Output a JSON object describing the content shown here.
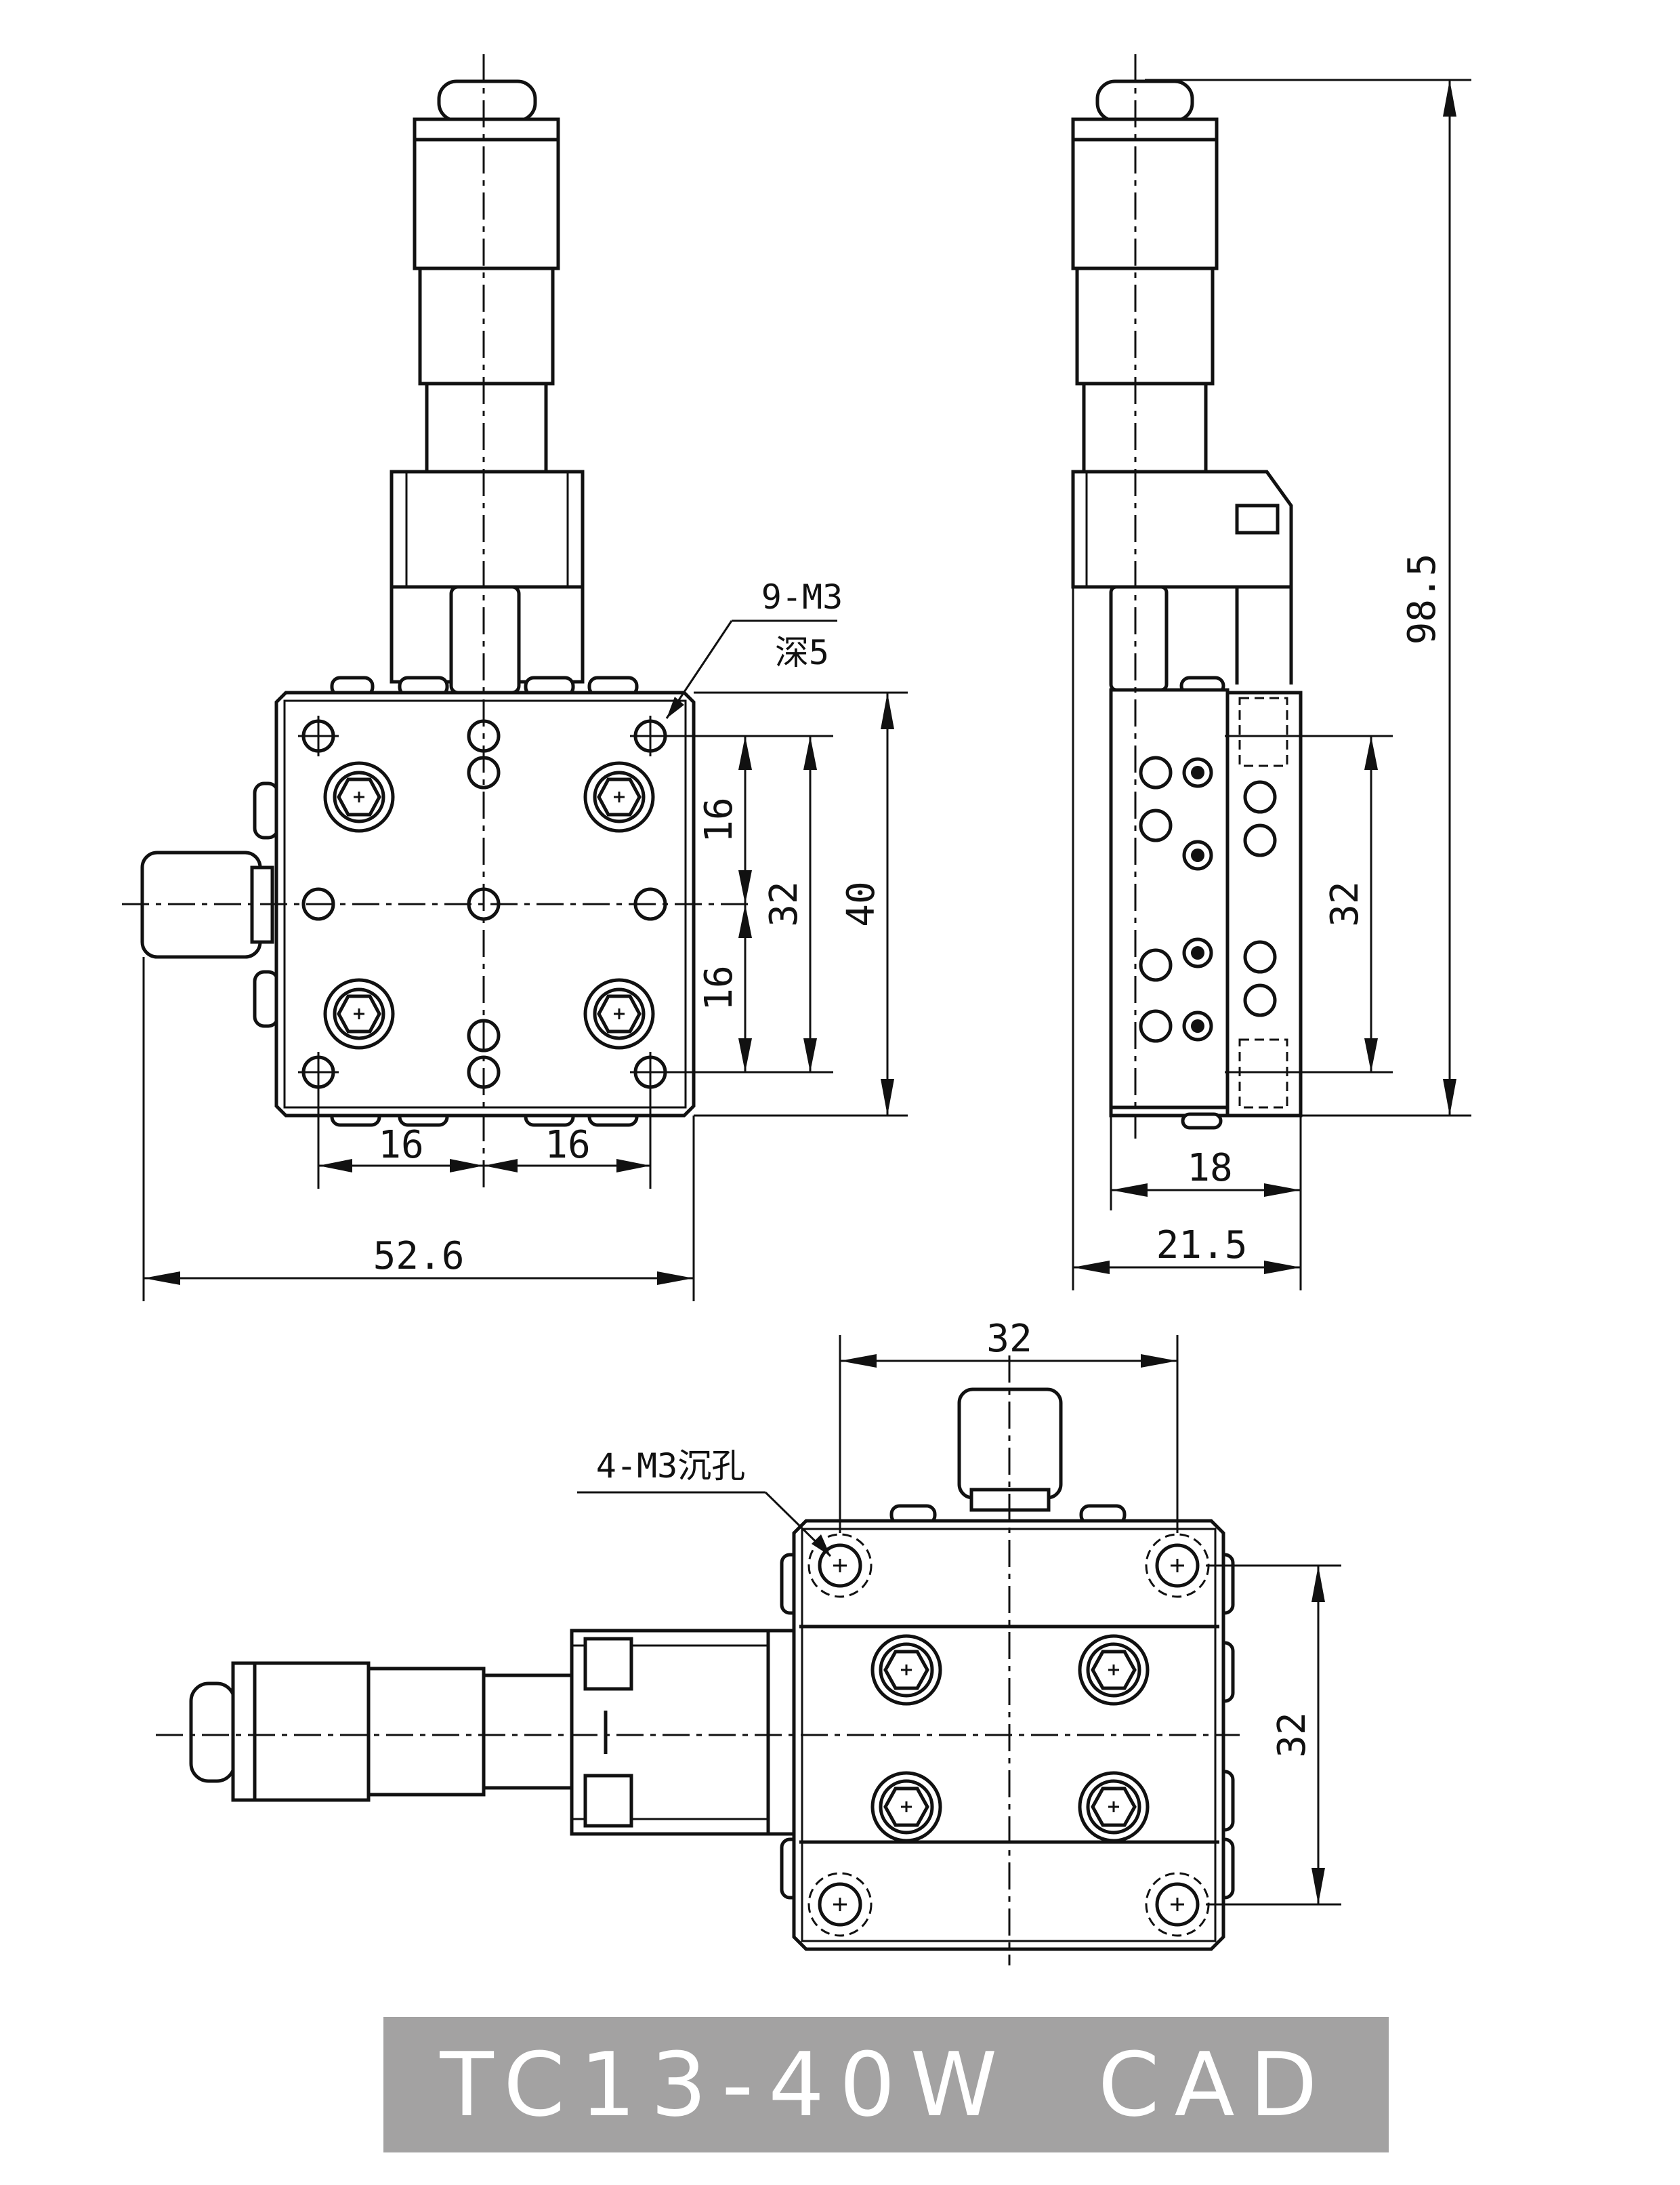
{
  "title": "TC13-40W  CAD",
  "front_view": {
    "dims": {
      "overall_width": "52.6",
      "left_spacing": "16",
      "right_spacing": "16",
      "upper_spacing": "16",
      "lower_spacing": "16",
      "hole_span": "32",
      "body_height": "40"
    },
    "note_threads": "9-M3",
    "note_depth": "深5"
  },
  "side_view": {
    "dims": {
      "overall_height": "98.5",
      "hole_span": "32",
      "base_width": "18",
      "overall_width": "21.5"
    }
  },
  "top_view": {
    "dims": {
      "hole_span_x": "32",
      "hole_span_y": "32"
    },
    "note_holes": "4-M3沉孔"
  }
}
